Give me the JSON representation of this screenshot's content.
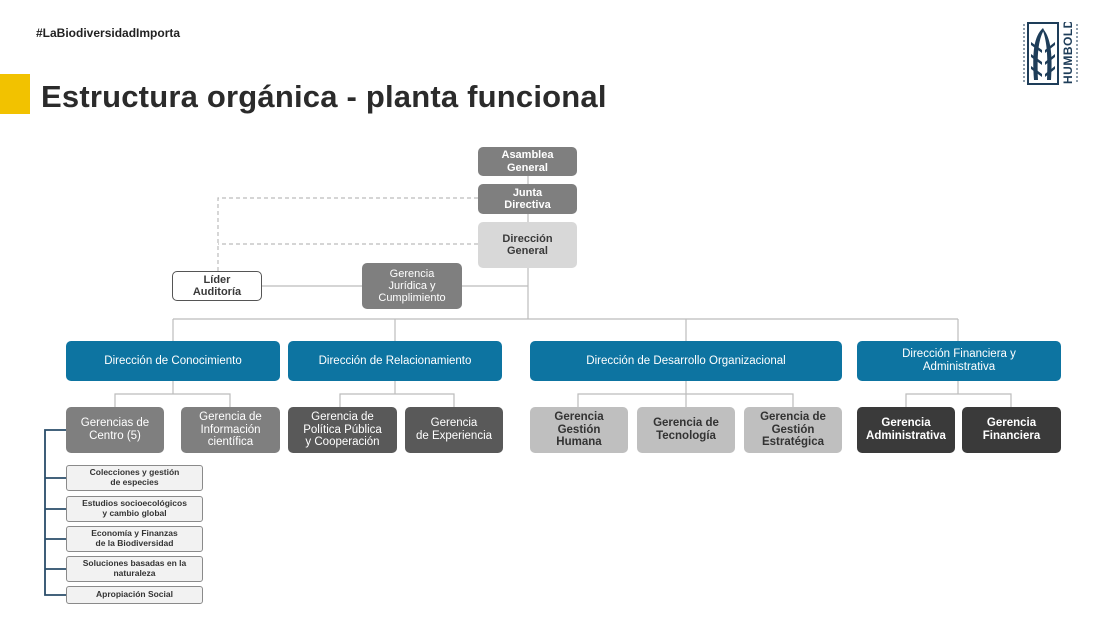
{
  "header": {
    "hashtag": "#LaBiodiversidadImporta",
    "title": "Estructura orgánica - planta funcional",
    "logo_text": "HUMBOLDT"
  },
  "colors": {
    "accent": "#f2c200",
    "direccion_blue": "#0d74a1",
    "gerencia_grey": "#7f7f7f",
    "gerencia_dark": "#595959",
    "gerencia_light": "#bfbfbf",
    "gerencia_black": "#3a3a3a"
  },
  "top": {
    "asamblea": "Asamblea\nGeneral",
    "junta": "Junta\nDirectiva",
    "direccion_general": "Dirección\nGeneral",
    "lider": "Líder\nAuditoría",
    "gerencia_juridica": "Gerencia\nJurídica y\nCumplimiento"
  },
  "direcciones": [
    "Dirección de  Conocimiento",
    "Dirección de Relacionamiento",
    "Dirección de Desarrollo Organizacional",
    "Dirección Financiera y\nAdministrativa"
  ],
  "gerencias": [
    "Gerencias de\nCentro (5)",
    "Gerencia de\nInformación\ncientífica",
    "Gerencia de\nPolítica Pública\ny Cooperación",
    "Gerencia\nde Experiencia",
    "Gerencia\nGestión\nHumana",
    "Gerencia de\nTecnología",
    "Gerencia de\nGestión\nEstratégica",
    "Gerencia\nAdministrativa",
    "Gerencia\nFinanciera"
  ],
  "centros": [
    "Colecciones y gestión\nde especies",
    "Estudios socioecológicos\ny cambio global",
    "Economía y Finanzas\nde la Biodiversidad",
    "Soluciones basadas en la\nnaturaleza",
    "Apropiación Social"
  ]
}
